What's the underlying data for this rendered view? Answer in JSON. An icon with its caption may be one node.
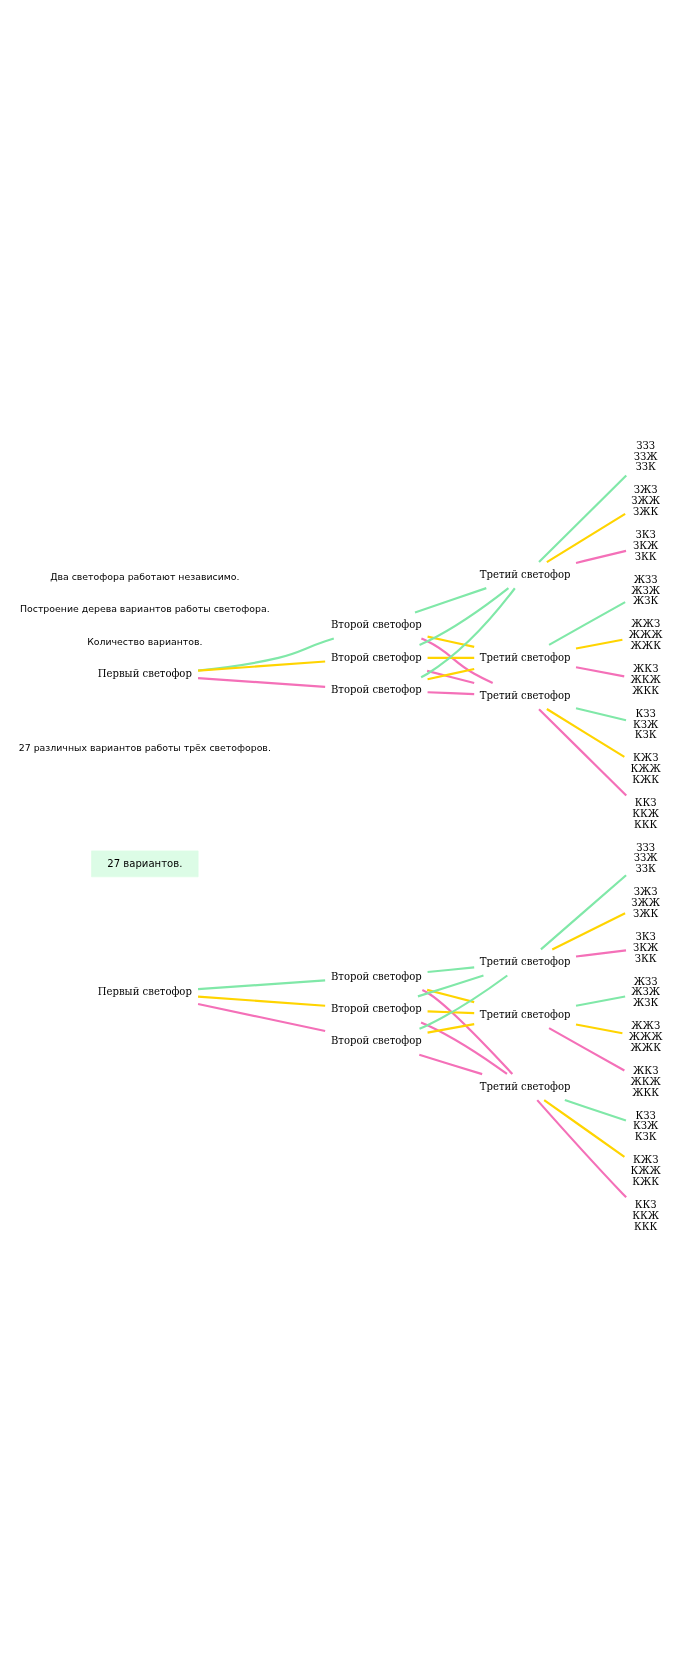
{
  "diagram": {
    "nodes": [
      {
        "text": [
          "Первый светофор"
        ]
      },
      {
        "text": [
          "Второй светофор"
        ]
      },
      {
        "text": [
          "Второй светофор"
        ]
      },
      {
        "text": [
          "Второй светофор"
        ]
      },
      {
        "text": [
          "Третий светофор"
        ]
      },
      {
        "text": [
          "Третий светофор"
        ]
      },
      {
        "text": [
          "Третий светофор"
        ]
      },
      {
        "text": [
          "ЗЗЗ",
          "ЗЗЖ",
          "ЗЗК"
        ]
      },
      {
        "text": [
          "ЗЖЗ",
          "ЗЖЖ",
          "ЗЖК"
        ]
      },
      {
        "text": [
          "ЗКЗ",
          "ЗКЖ",
          "ЗКК"
        ]
      },
      {
        "text": [
          "ЖЗЗ",
          "ЖЗЖ",
          "ЖЗК"
        ]
      },
      {
        "text": [
          "ЖЖЗ",
          "ЖЖЖ",
          "ЖЖК"
        ]
      },
      {
        "text": [
          "ЖКЗ",
          "ЖКЖ",
          "ЖКК"
        ]
      },
      {
        "text": [
          "КЗЗ",
          "КЗЖ",
          "КЗК"
        ]
      },
      {
        "text": [
          "КЖЗ",
          "КЖЖ",
          "КЖК"
        ]
      },
      {
        "text": [
          "ККЗ",
          "ККЖ",
          "ККК"
        ]
      },
      {
        "text": [
          "27 вариантов."
        ]
      },
      {
        "text": [
          "Первый светофор"
        ]
      },
      {
        "text": [
          "Второй светофор"
        ]
      },
      {
        "text": [
          "Второй светофор"
        ]
      },
      {
        "text": [
          "Второй светофор"
        ]
      },
      {
        "text": [
          "Третий светофор"
        ]
      },
      {
        "text": [
          "Третий светофор"
        ]
      },
      {
        "text": [
          "Третий светофор"
        ]
      },
      {
        "text": [
          "ЗЗЗ",
          "ЗЗЖ",
          "ЗЗК"
        ]
      },
      {
        "text": [
          "ЗЖЗ",
          "ЗЖЖ",
          "ЗЖК"
        ]
      },
      {
        "text": [
          "ЗКЗ",
          "ЗКЖ",
          "ЗКК"
        ]
      },
      {
        "text": [
          "ЖЗЗ",
          "ЖЗЖ",
          "ЖЗК"
        ]
      },
      {
        "text": [
          "ЖЖЗ",
          "ЖЖЖ",
          "ЖЖК"
        ]
      },
      {
        "text": [
          "ЖКЗ",
          "ЖКЖ",
          "ЖКК"
        ]
      },
      {
        "text": [
          "КЗЗ",
          "КЗЖ",
          "КЗК"
        ]
      },
      {
        "text": [
          "КЖЗ",
          "КЖЖ",
          "КЖК"
        ]
      },
      {
        "text": [
          "ККЗ",
          "ККЖ",
          "ККК"
        ]
      }
    ],
    "edges": [
      {
        "from": 0,
        "to": 1,
        "arrow": "none",
        "color": "#80e8a8"
      },
      {
        "from": 0,
        "to": 2,
        "arrow": "none",
        "color": "#ffd400"
      },
      {
        "from": 0,
        "to": 3,
        "arrow": "none",
        "color": "#f470b8"
      },
      {
        "from": 1,
        "to": 4,
        "arrow": "none",
        "color": "#80e8a8"
      },
      {
        "from": 1,
        "to": 5,
        "arrow": "none",
        "color": "#ffd400"
      },
      {
        "from": 1,
        "to": 6,
        "arrow": "none",
        "color": "#f470b8"
      },
      {
        "from": 2,
        "to": 4,
        "arrow": "none",
        "color": "#80e8a8"
      },
      {
        "from": 2,
        "to": 5,
        "arrow": "none",
        "color": "#ffd400"
      },
      {
        "from": 2,
        "to": 6,
        "arrow": "none",
        "color": "#f470b8"
      },
      {
        "from": 3,
        "to": 4,
        "arrow": "none",
        "color": "#80e8a8"
      },
      {
        "from": 3,
        "to": 5,
        "arrow": "none",
        "color": "#ffd400"
      },
      {
        "from": 3,
        "to": 6,
        "arrow": "none",
        "color": "#f470b8"
      },
      {
        "from": 4,
        "to": 7,
        "arrow": "none",
        "color": "#80e8a8"
      },
      {
        "from": 4,
        "to": 8,
        "arrow": "none",
        "color": "#ffd400"
      },
      {
        "from": 4,
        "to": 9,
        "arrow": "none",
        "color": "#f470b8"
      },
      {
        "from": 5,
        "to": 10,
        "arrow": "none",
        "color": "#80e8a8"
      },
      {
        "from": 5,
        "to": 11,
        "arrow": "none",
        "color": "#ffd400"
      },
      {
        "from": 5,
        "to": 12,
        "arrow": "none",
        "color": "#f470b8"
      },
      {
        "from": 6,
        "to": 13,
        "arrow": "none",
        "color": "#80e8a8"
      },
      {
        "from": 6,
        "to": 14,
        "arrow": "none",
        "color": "#ffd400"
      },
      {
        "from": 6,
        "to": 15,
        "arrow": "none",
        "color": "#f470b8"
      },
      {
        "from": 17,
        "to": 18,
        "arrow": "none",
        "color": "#80e8a8"
      },
      {
        "from": 17,
        "to": 19,
        "arrow": "none",
        "color": "#ffd400"
      },
      {
        "from": 17,
        "to": 20,
        "arrow": "none",
        "color": "#f470b8"
      },
      {
        "from": 18,
        "to": 21,
        "arrow": "none",
        "color": "#80e8a8"
      },
      {
        "from": 18,
        "to": 22,
        "arrow": "none",
        "color": "#ffd400"
      },
      {
        "from": 18,
        "to": 23,
        "arrow": "none",
        "color": "#f470b8"
      },
      {
        "from": 19,
        "to": 21,
        "arrow": "none",
        "color": "#80e8a8"
      },
      {
        "from": 19,
        "to": 22,
        "arrow": "none",
        "color": "#ffd400"
      },
      {
        "from": 19,
        "to": 23,
        "arrow": "none",
        "color": "#f470b8"
      },
      {
        "from": 20,
        "to": 21,
        "arrow": "none",
        "color": "#80e8a8"
      },
      {
        "from": 20,
        "to": 22,
        "arrow": "none",
        "color": "#ffd400"
      },
      {
        "from": 20,
        "to": 23,
        "arrow": "none",
        "color": "#f470b8"
      },
      {
        "from": 21,
        "to": 24,
        "arrow": "none",
        "color": "#80e8a8"
      },
      {
        "from": 21,
        "to": 25,
        "arrow": "none",
        "color": "#ffd400"
      },
      {
        "from": 21,
        "to": 26,
        "arrow": "none",
        "color": "#f470b8"
      },
      {
        "from": 22,
        "to": 27,
        "arrow": "none",
        "color": "#80e8a8"
      },
      {
        "from": 22,
        "to": 28,
        "arrow": "none",
        "color": "#ffd400"
      },
      {
        "from": 22,
        "to": 29,
        "arrow": "none",
        "color": "#f470b8"
      },
      {
        "from": 23,
        "to": 30,
        "arrow": "none",
        "color": "#80e8a8"
      },
      {
        "from": 23,
        "to": 31,
        "arrow": "none",
        "color": "#ffd400"
      },
      {
        "from": 23,
        "to": 32,
        "arrow": "none",
        "color": "#f470b8"
      }
    ],
    "labels": [
      "Два светофора работают независимо.",
      "Построение дерева вариантов работы светофора.",
      "Количество вариантов.",
      "27 различных вариантов работы трёх светофоров."
    ]
  }
}
